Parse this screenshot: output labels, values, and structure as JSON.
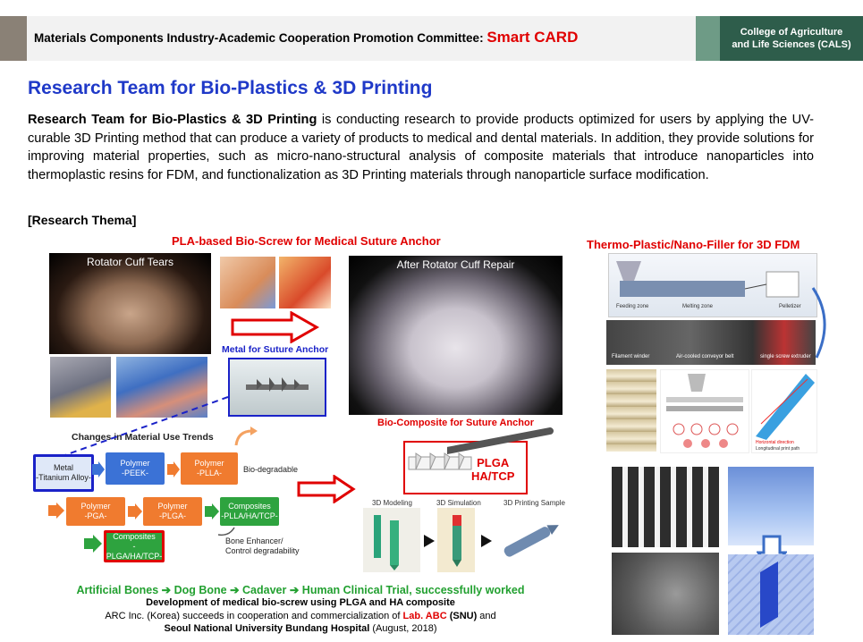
{
  "header": {
    "committee": "Materials Components Industry-Academic Cooperation Promotion Committee:",
    "brand": "Smart CARD",
    "college_line1": "College of Agriculture",
    "college_line2": "and Life Sciences (CALS)"
  },
  "title": "Research Team for Bio-Plastics & 3D Printing",
  "paragraph": {
    "bold": "Research Team for Bio-Plastics & 3D Printing",
    "rest": " is conducting research to provide products optimized for users by applying the UV-curable 3D Printing method that can produce a variety of products to medical and dental materials. In addition, they provide solutions for improving material properties, such as micro-nano-structural analysis of composite materials that introduce nanoparticles into thermoplastic resins for FDM, and functionalization as 3D Printing materials through nanoparticle surface modification."
  },
  "thema": "[Research Thema]",
  "left_section": {
    "heading": "PLA-based Bio-Screw for Medical Suture Anchor",
    "rotator_tears": "Rotator Cuff Tears",
    "after_repair": "After Rotator Cuff Repair",
    "metal_anchor": "Metal for Suture Anchor",
    "bio_composite": "Bio-Composite for Suture Anchor",
    "plga_line1": "PLGA",
    "plga_line2": "HA/TCP",
    "trends": "Changes in Material Use Trends",
    "flow": {
      "metal": "Metal\n-Titanium Alloy-",
      "polymer_peek": "Polymer\n-PEEK-",
      "polymer_pla": "Polymer\n-PLLA-",
      "bio_degradable": "Bio-degradable",
      "polymer_pga": "Polymer\n-PGA-",
      "polymer_plga": "Polymer\n-PLGA-",
      "composites_plla": "Composites\n-PLLA/HA/TCP-",
      "composites_plga": "Composites\n-PLGA/HA/TCP-",
      "bone_enhancer": "Bone Enhancer/\nControl degradability"
    },
    "modeling": "3D Modeling",
    "simulation": "3D Simulation",
    "printing_sample": "3D Printing Sample"
  },
  "right_section": {
    "heading": "Thermo-Plastic/Nano-Filler for 3D FDM",
    "filament_winder": "Filament winder",
    "conveyor": "Air-cooled conveyor belt",
    "extruder": "single screw extruder",
    "feeding_zone": "Feeding zone",
    "melting_zone": "Melting zone",
    "pelletizer": "Pelletizer",
    "horizontal": "Horizontal direction",
    "print_path": "Longitudinal print path"
  },
  "footer": {
    "green": "Artificial Bones ➔ Dog Bone ➔ Cadaver ➔ Human Clinical Trial, successfully worked",
    "line2": "Development of medical bio-screw using PLGA and HA composite",
    "line3_a": "ARC Inc. (Korea) succeeds in cooperation and commercialization of ",
    "line3_lab": "Lab. ABC",
    "line3_snu": " (SNU)",
    "line3_b": " and",
    "line4_a": "Seoul National University Bundang Hospital",
    "line4_b": " (August, 2018)"
  },
  "colors": {
    "accent_blue": "#1f39c8",
    "red": "#e00000",
    "green": "#22a030",
    "cals_green": "#2e5d4b"
  }
}
